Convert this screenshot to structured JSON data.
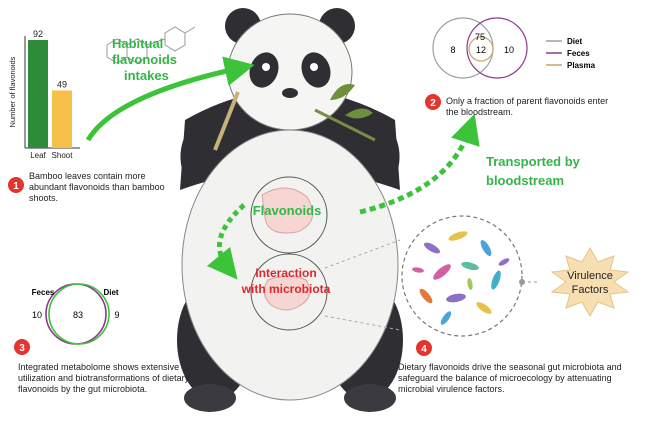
{
  "colors": {
    "green_text": "#35b548",
    "red_text": "#e0262b",
    "bar_leaf": "#2e8b3a",
    "bar_shoot": "#f7c04a",
    "arrow_green": "#3cc33a",
    "diet_circle": "#9aa0a6",
    "feces_circle": "#8b3a8b",
    "plasma_circle": "#c9a36a",
    "step_badge": "#e3342f"
  },
  "bar_chart": {
    "ylabel": "Number of flavonoids",
    "categories": [
      "Leaf",
      "Shoot"
    ],
    "values": [
      92,
      49
    ],
    "labels": [
      "92",
      "49"
    ]
  },
  "labels": {
    "habitual": [
      "Habitual",
      "flavonoids",
      "intakes"
    ],
    "transported": [
      "Transported by",
      "bloodstream"
    ],
    "flavonoids": "Flavonoids",
    "interaction": [
      "Interaction",
      "with  microbiota"
    ],
    "virulence": [
      "Virulence",
      "Factors"
    ]
  },
  "venn_top": {
    "left": "8",
    "top": "75",
    "center": "12",
    "right": "10",
    "legend": [
      "Diet",
      "Feces",
      "Plasma"
    ]
  },
  "venn_bottom": {
    "feces_label": "Feces",
    "diet_label": "Diet",
    "left": "10",
    "center": "83",
    "right": "9"
  },
  "steps": [
    {
      "num": "1",
      "text": "Bamboo leaves contain more abundant flavonoids than bamboo shoots."
    },
    {
      "num": "2",
      "text": "Only a fraction of parent flavonoids enter the bloodstream."
    },
    {
      "num": "3",
      "text": "Integrated metabolome shows extensive utilization and biotransformations of dietary flavonoids by the gut microbiota."
    },
    {
      "num": "4",
      "text": "Dietary flavonoids drive the seasonal gut microbiota and safeguard the balance of microecology by attenuating microbial virulence factors."
    }
  ]
}
